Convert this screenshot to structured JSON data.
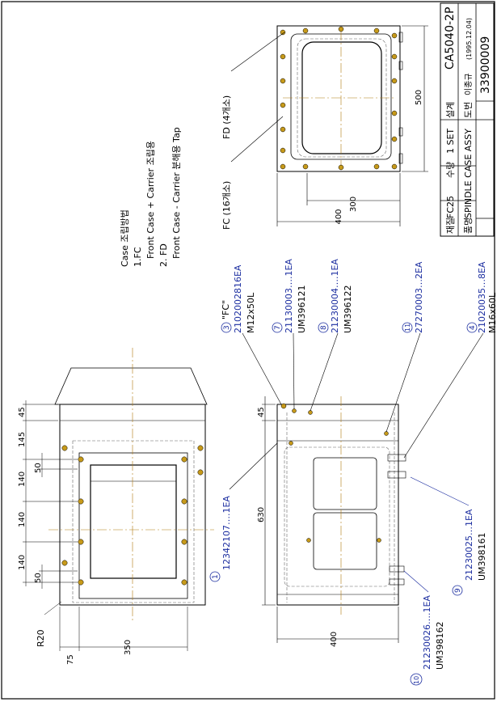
{
  "title_block": {
    "material_label": "재질",
    "material_value": "FC25",
    "qty_label": "수량",
    "qty_value": "1 SET",
    "design_label": "설계",
    "designer": "이종규",
    "design_date": "(1995.12.04)",
    "part_label": "품명",
    "part_value": "SPINDLE CASE ASSY",
    "drawing_label": "도번",
    "drawing_no": "33900009",
    "model": "CA5040-2P"
  },
  "notes": {
    "heading": "Case 조립방법",
    "line1": "1.FC",
    "line2": "Front Case + Carrier 조립용",
    "line3": "2. FD",
    "line4": "Front Case - Carrier 분해용 Tap"
  },
  "callouts": {
    "fd": "FD (4개소)",
    "fc": "FC (16개소)",
    "c3_num": "3",
    "c3_label": "\"FC\"",
    "c3_part": "2102002816EA",
    "c3_spec": "M12x50L",
    "c7_num": "7",
    "c7_part": "21130003….1EA",
    "c7_spec": "UM396121",
    "c8_num": "8",
    "c8_part": "21230004….1EA",
    "c8_spec": "UM396122",
    "c11_num": "11",
    "c11_part": "27270003…2EA",
    "c4_num": "4",
    "c4_part": "21020035…8EA",
    "c4_spec": "M16x60L",
    "c1_num": "1",
    "c1_part": "12342107….1EA",
    "c9_num": "9",
    "c9_part": "21230025…1EA",
    "c9_spec": "UM398161",
    "c10_num": "10",
    "c10_part": "21230026….1EA",
    "c10_spec": "UM398162"
  },
  "dims": {
    "top_w": "400",
    "top_inner": "300",
    "top_h": "500",
    "mid_h": "630",
    "mid_top": "45",
    "mid_w": "400",
    "left_w": "350",
    "left_off": "75",
    "left_r": "R20",
    "left_45": "45",
    "left_145": "145",
    "left_140a": "140",
    "left_140b": "140",
    "left_140c": "140",
    "left_50a": "50",
    "left_50b": "50"
  },
  "colors": {
    "line": "#000000",
    "blue": "#1c2ea0",
    "center": "#b07a10",
    "bolt": "#c79a1a"
  }
}
